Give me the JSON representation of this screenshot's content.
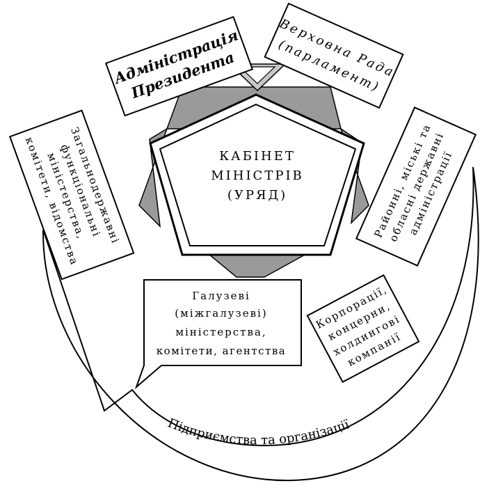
{
  "center": {
    "lines": [
      "КАБІНЕТ",
      "МІНІСТРІВ",
      "(УРЯД)"
    ]
  },
  "president": {
    "lines": [
      "Адміністрація",
      "Президента"
    ]
  },
  "parliament": {
    "lines": [
      "Верховна Рада",
      "(парламент)"
    ]
  },
  "general_ministries": {
    "lines": [
      "Загальнодержавні",
      "функціональні",
      "міністерства,",
      "комітети, відомства"
    ]
  },
  "local_admin": {
    "lines": [
      "Районні, міські та",
      "обласні державні",
      "адміністрації"
    ]
  },
  "branch_ministries": {
    "lines": [
      "Галузеві",
      "(міжгалузеві)",
      "міністерства,",
      "комітети, агентства"
    ]
  },
  "corporations": {
    "lines": [
      "Корпорації,",
      "концерни,",
      "холдингові",
      "компанії"
    ]
  },
  "enterprises": {
    "label": "Підприємства та організації"
  },
  "colors": {
    "star_gray": "#9a9a9a",
    "line": "#000000",
    "background": "#ffffff"
  }
}
